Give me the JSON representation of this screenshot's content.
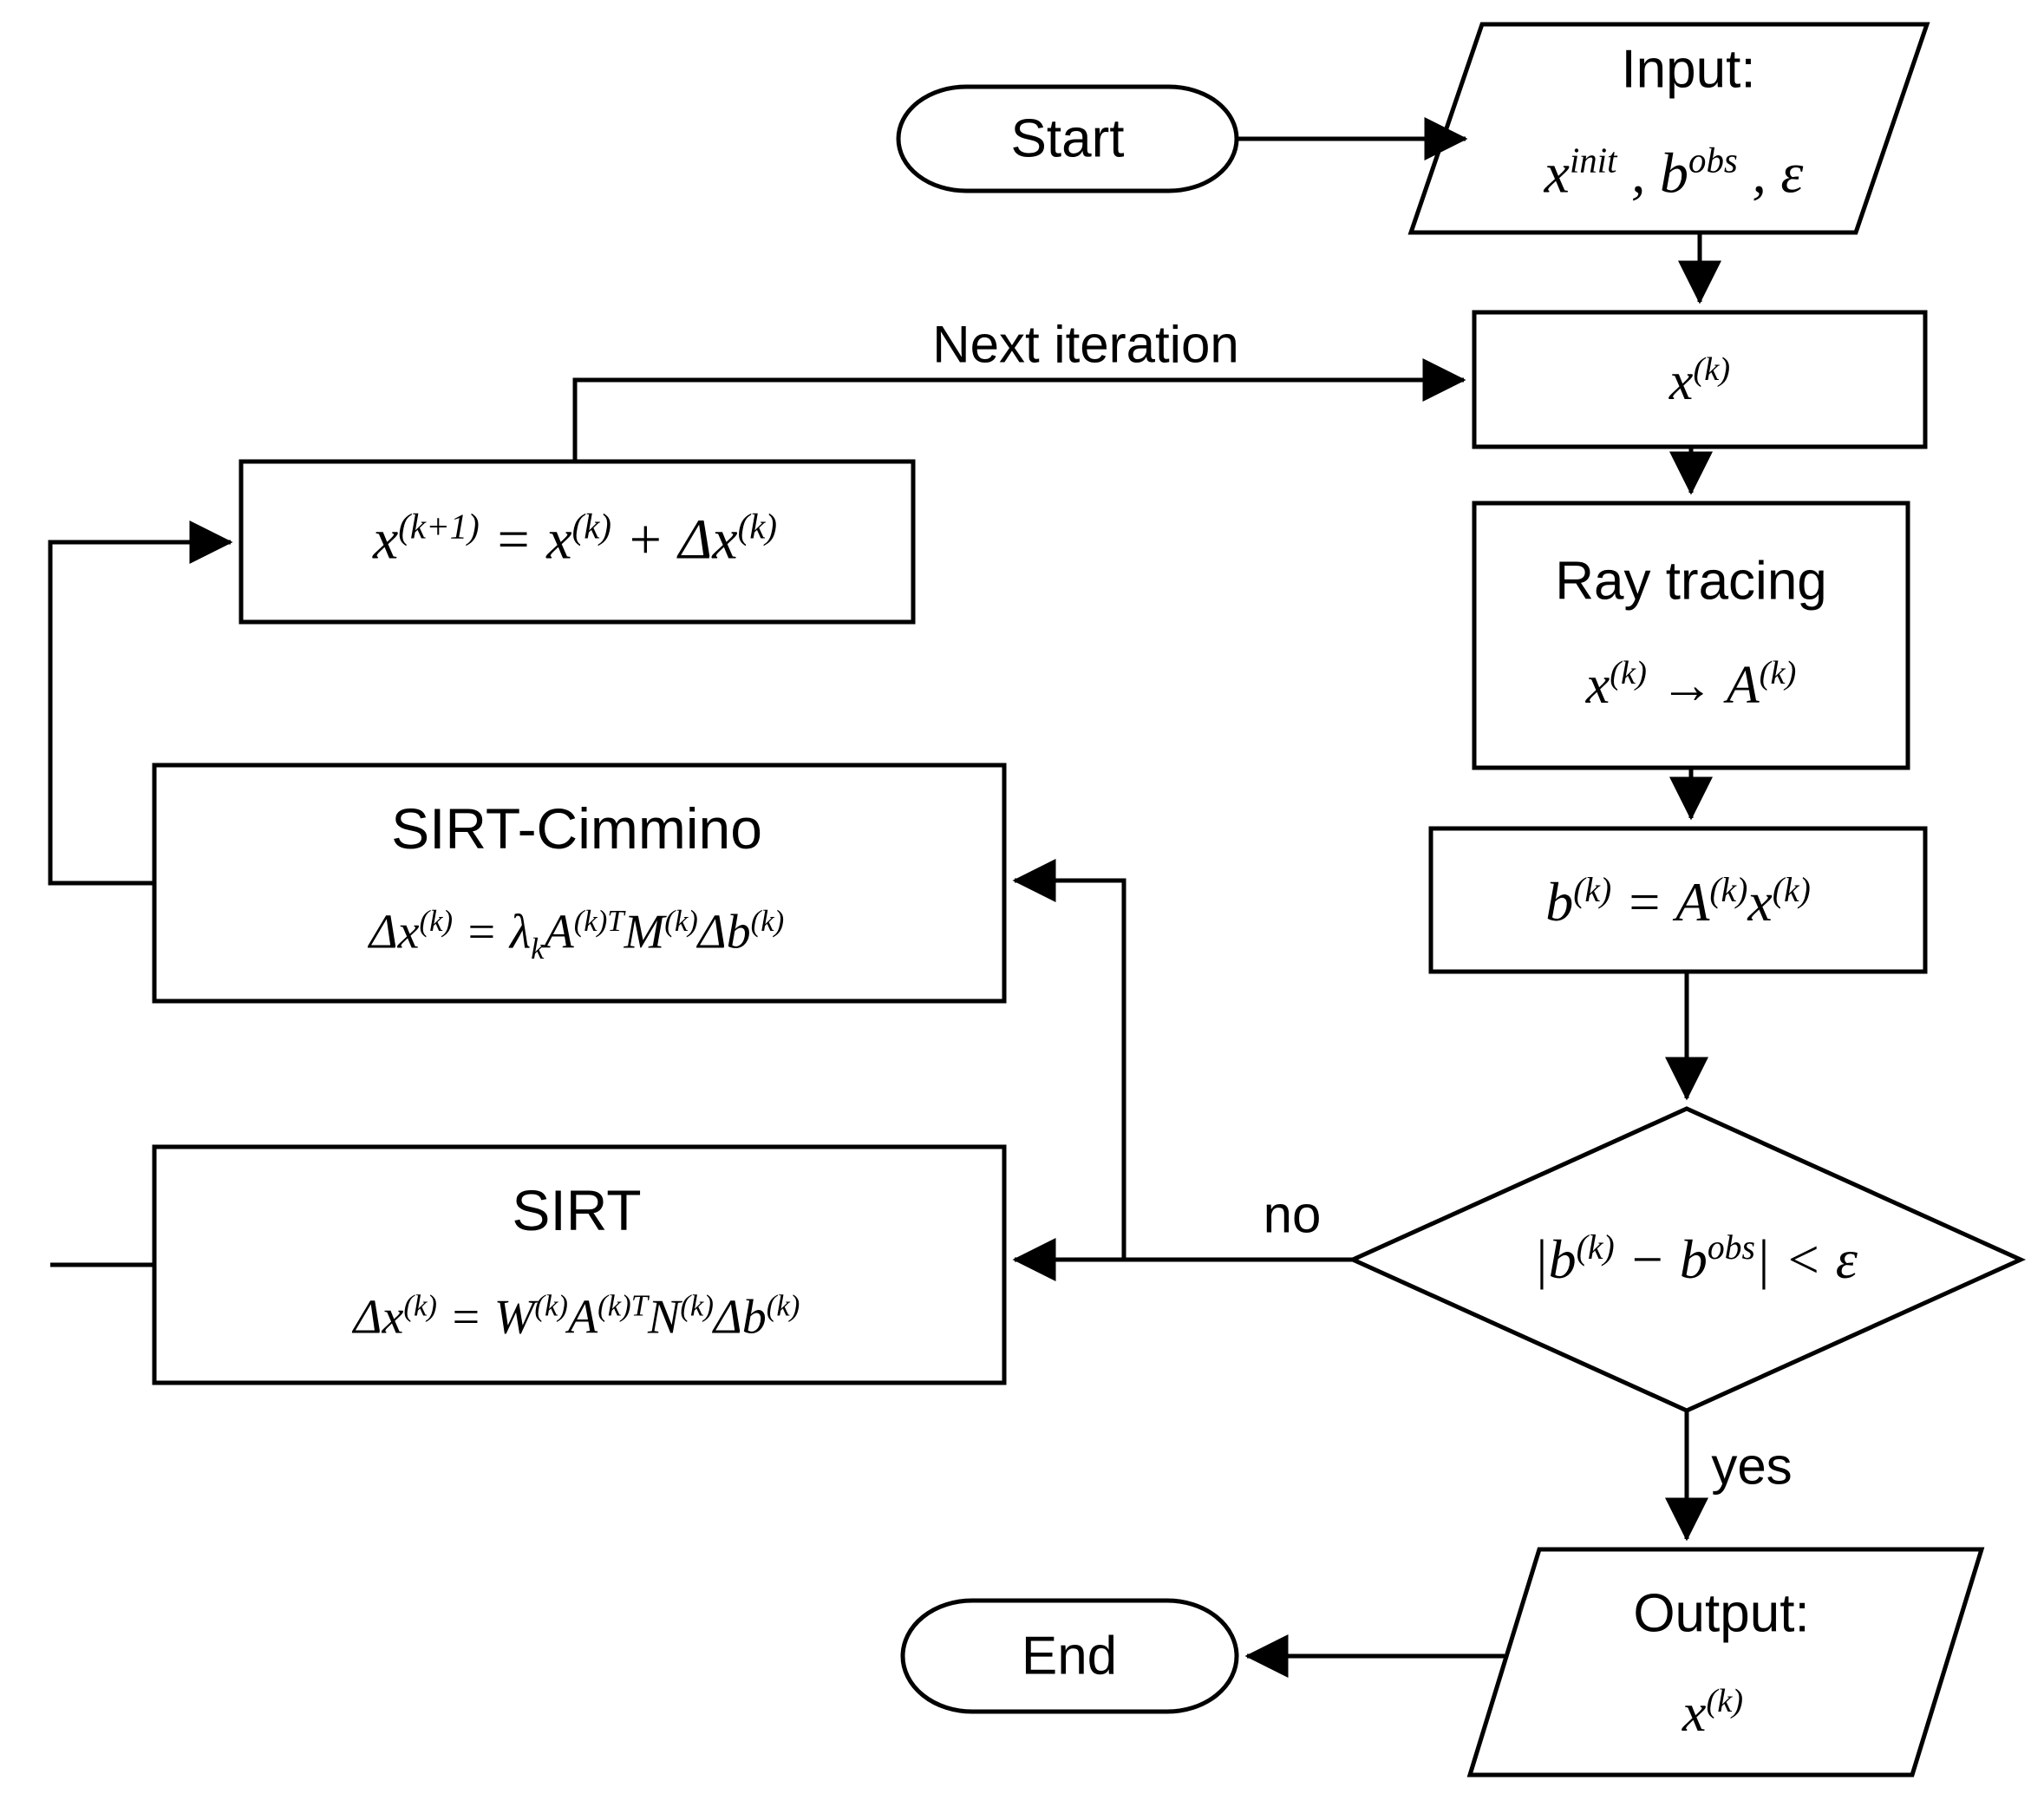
{
  "diagram": {
    "title": "SIRT / SIRT-Cimmino iterative reconstruction flowchart",
    "stroke_color": "#000000",
    "fill_color": "#ffffff"
  },
  "nodes": {
    "start": {
      "label": "Start",
      "shape": "terminator"
    },
    "input": {
      "title": "Input:",
      "formula_html": "x<sup>init</sup> , b<sup>obs</sup> , ε",
      "shape": "parallelogram"
    },
    "xk": {
      "formula_html": "x<sup>(k)</sup>",
      "shape": "process"
    },
    "ray_tracing": {
      "title": "Ray tracing",
      "formula_html": "x<sup>(k)</sup> → A<sup>(k)</sup>",
      "shape": "process"
    },
    "bk": {
      "formula_html": "b<sup>(k)</sup> = A<sup>(k)</sup>x<sup>(k)</sup>",
      "shape": "process"
    },
    "decision": {
      "formula_html": "|b<sup>(k)</sup> − b<sup>obs</sup>| &lt; ε",
      "shape": "decision"
    },
    "output": {
      "title": "Output:",
      "formula_html": "x<sup>(k)</sup>",
      "shape": "parallelogram"
    },
    "end": {
      "label": "End",
      "shape": "terminator"
    },
    "sirt_cimmino": {
      "title": "SIRT-Cimmino",
      "formula_html": "Δx<sup>(k)</sup> = λ<sub>k</sub>A<sup>(k)</sup><sup>T</sup>M<sup>(k)</sup>Δb<sup>(k)</sup>",
      "shape": "process"
    },
    "sirt": {
      "title": "SIRT",
      "formula_html": "Δx<sup>(k)</sup> = W<sup>(k)</sup>A<sup>(k)</sup><sup>T</sup>N<sup>(k)</sup>Δb<sup>(k)</sup>",
      "shape": "process"
    },
    "update": {
      "formula_html": "x<sup>(k+1)</sup> = x<sup>(k)</sup> + Δx<sup>(k)</sup>",
      "shape": "process"
    }
  },
  "edge_labels": {
    "next_iteration": "Next iteration",
    "no": "no",
    "yes": "yes"
  }
}
